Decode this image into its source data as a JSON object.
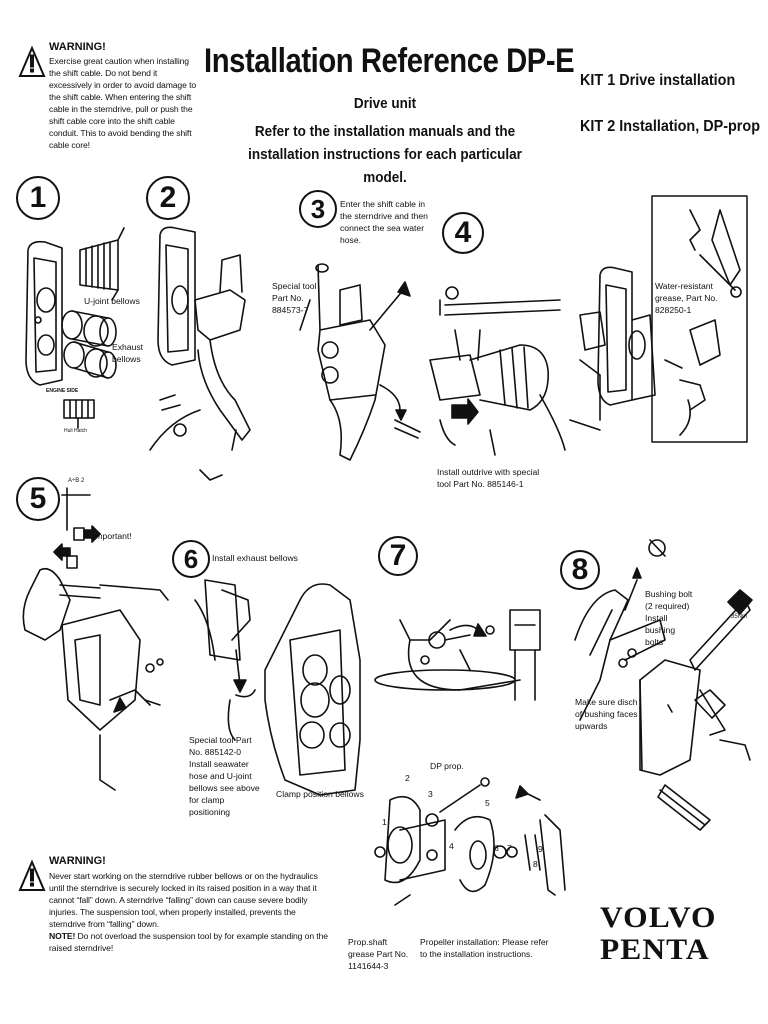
{
  "warning_top": {
    "title": "WARNING!",
    "text": "Exercise great caution when installing the shift cable. Do not bend it excessively in order to avoid damage to the shift cable. When entering the shift cable in the sterndrive, pull or push the shift cable core into the shift cable conduit. This to avoid bending the shift cable core!"
  },
  "header": {
    "title": "Installation Reference DP-E",
    "subtitle": "Drive unit",
    "subtitle2": "Refer to the installation manuals and the installation instructions for each particular model."
  },
  "kits": [
    {
      "label": "KIT 1  Drive installation"
    },
    {
      "label": "KIT 2  Installation, DP-prop"
    }
  ],
  "steps": [
    "1",
    "2",
    "3",
    "4",
    "5",
    "6",
    "7",
    "8"
  ],
  "labels": {
    "ujoint_bellows": "U-joint bellows",
    "exhaust_bellows": "Exhaust bellows",
    "engine_side": "ENGINE SIDE",
    "drive_side": "Hull  Hatch",
    "step3_text": "Enter the shift cable in the sterndrive and then connect the sea water hose.",
    "special_tool_3": "Special tool Part No. 884573-7",
    "grease": "Water-resistant grease, Part No. 828250-1",
    "install_outdrive": "Install outdrive with special tool Part No. 885146-1",
    "ab_label": "A÷B 2",
    "important": "Important!",
    "install_exhaust": "Install exhaust bellows",
    "special_tool_6": "Special tool Part No. 885142-0 Install seawater hose and U-joint bellows see above for clamp positioning",
    "clamp_position": "Clamp position bellows",
    "bushing_bolt": "Bushing bolt (2 required) Install bushing bolts",
    "nm": "35Nm",
    "bushing_faces": "Make sure disch of bushing faces upwards",
    "dp_prop": "DP prop.",
    "prop_grease": "Prop.shaft grease Part No. 1141644-3",
    "prop_install": "Propeller installation: Please refer to the installation instructions.",
    "part_numbers": [
      "1",
      "2",
      "3",
      "4",
      "5",
      "6",
      "7",
      "8",
      "9"
    ]
  },
  "warning_bottom": {
    "title": "WARNING!",
    "text": "Never start working on the sterndrive rubber bellows or on the hydraulics until the sterndrive is securely locked in its raised position in a way that it cannot “fall” down. A sterndrive “falling” down can cause severe bodily injuries. The suspension tool, when properly installed, prevents the sterndrive from “falling” down.",
    "note_label": "NOTE!",
    "note_text": " Do not overload the suspension tool by for example standing on the raised sterndrive!"
  },
  "logo": {
    "line1": "VOLVO",
    "line2": "PENTA"
  }
}
